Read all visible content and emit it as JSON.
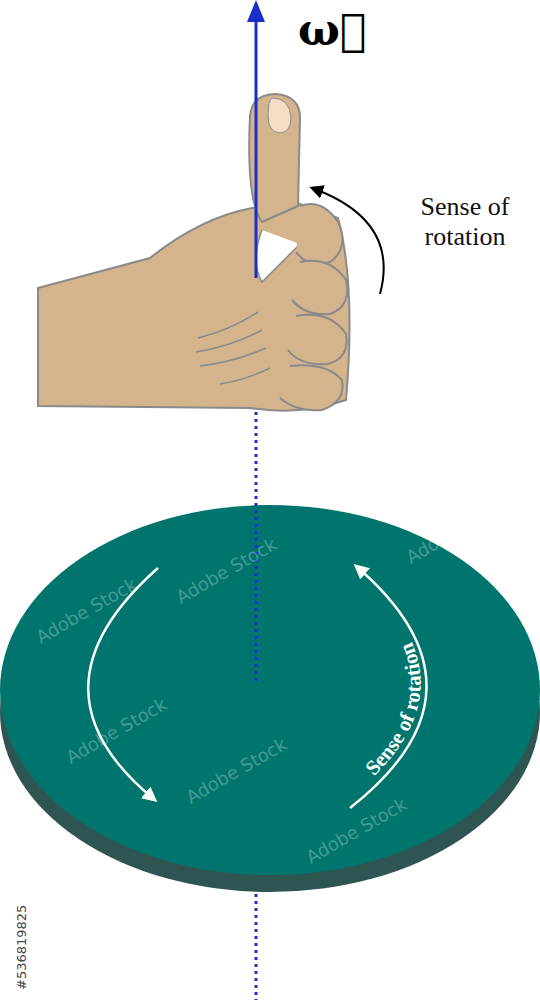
{
  "diagram": {
    "labels": [
      "ω⃗",
      "Sense of rotation",
      "Sense of rotation",
      "#536819825",
      "Adobe Stock",
      "Adobe Stock",
      "Adobe Stock",
      "Adobe Stock",
      "Adobe Stock",
      "Adobe Stock"
    ]
  }
}
